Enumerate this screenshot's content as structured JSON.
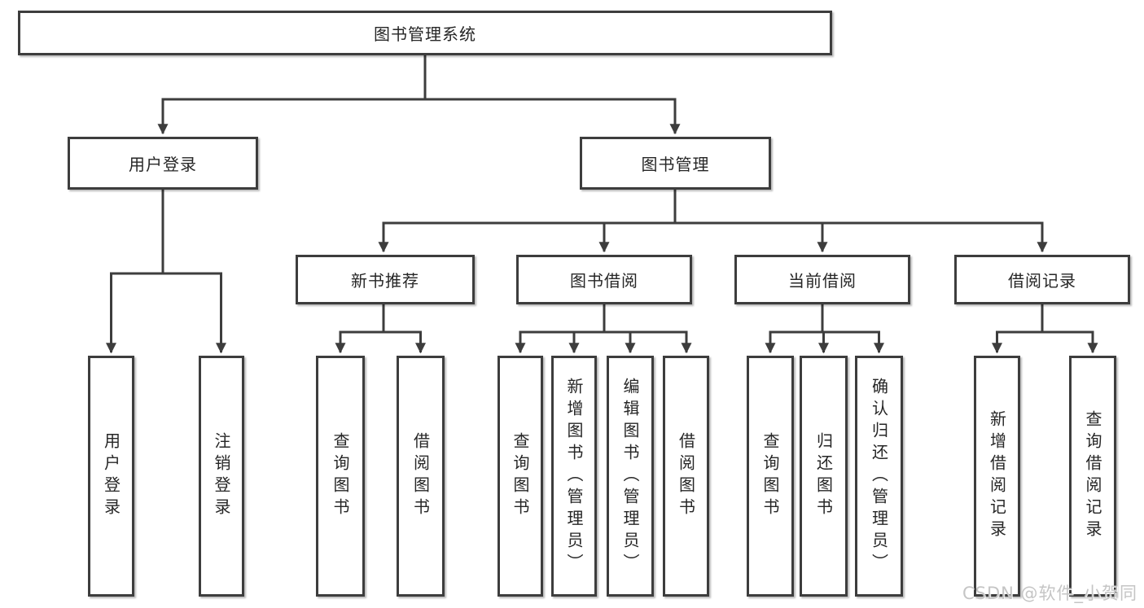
{
  "diagram": {
    "title": "图书管理系统",
    "branches": [
      {
        "label": "用户登录",
        "children": [
          {
            "label": "用户登录"
          },
          {
            "label": "注销登录"
          }
        ]
      },
      {
        "label": "图书管理",
        "children": [
          {
            "label": "新书推荐",
            "children": [
              {
                "label": "查询图书"
              },
              {
                "label": "借阅图书"
              }
            ]
          },
          {
            "label": "图书借阅",
            "children": [
              {
                "label": "查询图书"
              },
              {
                "label": "新增图书（管理员）"
              },
              {
                "label": "编辑图书（管理员）"
              },
              {
                "label": "借阅图书"
              }
            ]
          },
          {
            "label": "当前借阅",
            "children": [
              {
                "label": "查询图书"
              },
              {
                "label": "归还图书"
              },
              {
                "label": "确认归还（管理员）"
              }
            ]
          },
          {
            "label": "借阅记录",
            "children": [
              {
                "label": "新增借阅记录"
              },
              {
                "label": "查询借阅记录"
              }
            ]
          }
        ]
      }
    ]
  },
  "watermark": {
    "text": "CSDN @软件_小贺同学",
    "color": "#c5c5c5"
  },
  "colors": {
    "background": "#ffffff",
    "line": "#3d3d3d",
    "box_border": "#3d3d3d",
    "box_fill": "#ffffff",
    "text": "#262626"
  }
}
